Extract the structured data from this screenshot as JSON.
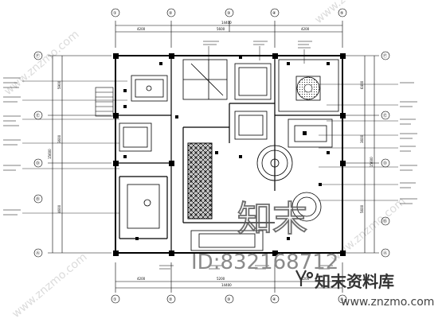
{
  "drawing": {
    "dimensions": {
      "top_total": "14400",
      "top_left": "4200",
      "top_mid": "5600",
      "top_right": "4200",
      "bottom_total": "14400",
      "bottom_left": "4200",
      "bottom_mid": "5200",
      "bottom_right": "4200",
      "left_total": "15600",
      "left_a": "5900",
      "left_b": "3600",
      "left_c": "4600",
      "right_total": "15600",
      "right_a": "6400",
      "right_b": "3600",
      "right_c": "5600"
    },
    "axes": {
      "top": [
        "①",
        "②",
        "③",
        "④",
        "⑤"
      ],
      "bottom": [
        "①",
        "②",
        "③",
        "④",
        "⑤"
      ],
      "left": [
        "Ⓕ",
        "Ⓔ",
        "Ⓓ",
        "Ⓑ",
        "Ⓐ"
      ],
      "right": [
        "Ⓕ",
        "Ⓔ",
        "Ⓓ",
        "Ⓑ",
        "Ⓐ"
      ]
    }
  },
  "watermark": {
    "id_text": "ID:832168712",
    "brand_cn": "知末资料库",
    "url": "www.znzmo.com",
    "diag_url": "www.znzmo.com",
    "logo_text": "知末"
  },
  "colors": {
    "line": "#000000",
    "hatch": "#222222",
    "watermark_gray": "#8a8a8a"
  }
}
